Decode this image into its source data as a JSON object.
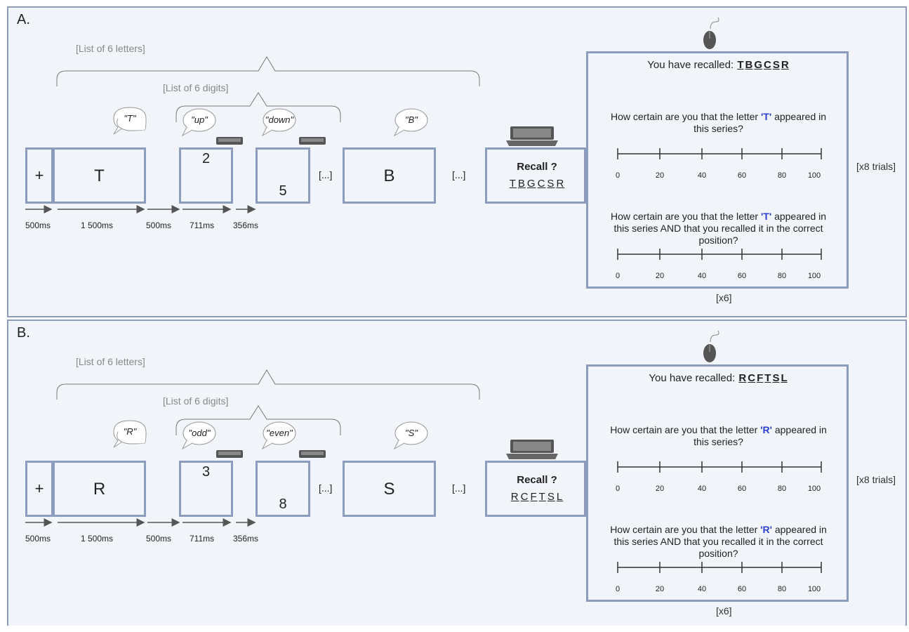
{
  "panels": [
    {
      "label": "A.",
      "letters_bracket_label": "[List of 6 letters]",
      "digits_bracket_label": "[List of 6 digits]",
      "fixation": "+",
      "first_letter": "T",
      "first_letter_bubble": "\"T\"",
      "digit1": "2",
      "digit1_bubble": "\"up\"",
      "digit2": "5",
      "digit2_bubble": "\"down\"",
      "mid_ellipsis": "[...]",
      "last_letter": "B",
      "last_letter_bubble": "\"B\"",
      "end_ellipsis": "[...]",
      "timings": [
        "500ms",
        "1 500ms",
        "500ms",
        "711ms",
        "356ms"
      ],
      "recall_title": "Recall ?",
      "recall_letters": [
        "T",
        "B",
        "G",
        "C",
        "S",
        "R"
      ],
      "recalled_prefix": "You have recalled:",
      "recalled_letters": [
        "T",
        "B",
        "G",
        "C",
        "S",
        "R"
      ],
      "q1_before": "How certain are you that the letter",
      "q1_letter": "'T'",
      "q1_after": "appeared in this series?",
      "q2_before": "How certain are you that the letter",
      "q2_letter": "'T'",
      "q2_after": "appeared in this series AND that you recalled it in the correct position?",
      "scale_ticks": [
        "0",
        "20",
        "40",
        "60",
        "80",
        "100"
      ],
      "repeat_label": "[x6]",
      "trials_label": "[x8 trials]"
    },
    {
      "label": "B.",
      "letters_bracket_label": "[List of 6 letters]",
      "digits_bracket_label": "[List of 6 digits]",
      "fixation": "+",
      "first_letter": "R",
      "first_letter_bubble": "\"R\"",
      "digit1": "3",
      "digit1_bubble": "\"odd\"",
      "digit2": "8",
      "digit2_bubble": "\"even\"",
      "mid_ellipsis": "[...]",
      "last_letter": "S",
      "last_letter_bubble": "\"S\"",
      "end_ellipsis": "[...]",
      "timings": [
        "500ms",
        "1 500ms",
        "500ms",
        "711ms",
        "356ms"
      ],
      "recall_title": "Recall ?",
      "recall_letters": [
        "R",
        "C",
        "F",
        "T",
        "S",
        "L"
      ],
      "recalled_prefix": "You have recalled:",
      "recalled_letters": [
        "R",
        "C",
        "F",
        "T",
        "S",
        "L"
      ],
      "q1_before": "How certain are you that the letter",
      "q1_letter": "'R'",
      "q1_after": "appeared in this series?",
      "q2_before": "How certain are you that the letter",
      "q2_letter": "'R'",
      "q2_after": "appeared in this series AND that you recalled it in the correct position?",
      "scale_ticks": [
        "0",
        "20",
        "40",
        "60",
        "80",
        "100"
      ],
      "repeat_label": "[x6]",
      "trials_label": "[x8 trials]"
    }
  ],
  "colors": {
    "box_border": "#8c9cbc",
    "panel_bg": "#f1f4f9",
    "highlight": "#2b3fd6",
    "bracket": "#777777",
    "arrow": "#555555"
  },
  "icons": [
    "speech-bubble-icon",
    "keyboard-icon",
    "laptop-icon",
    "mouse-icon"
  ]
}
